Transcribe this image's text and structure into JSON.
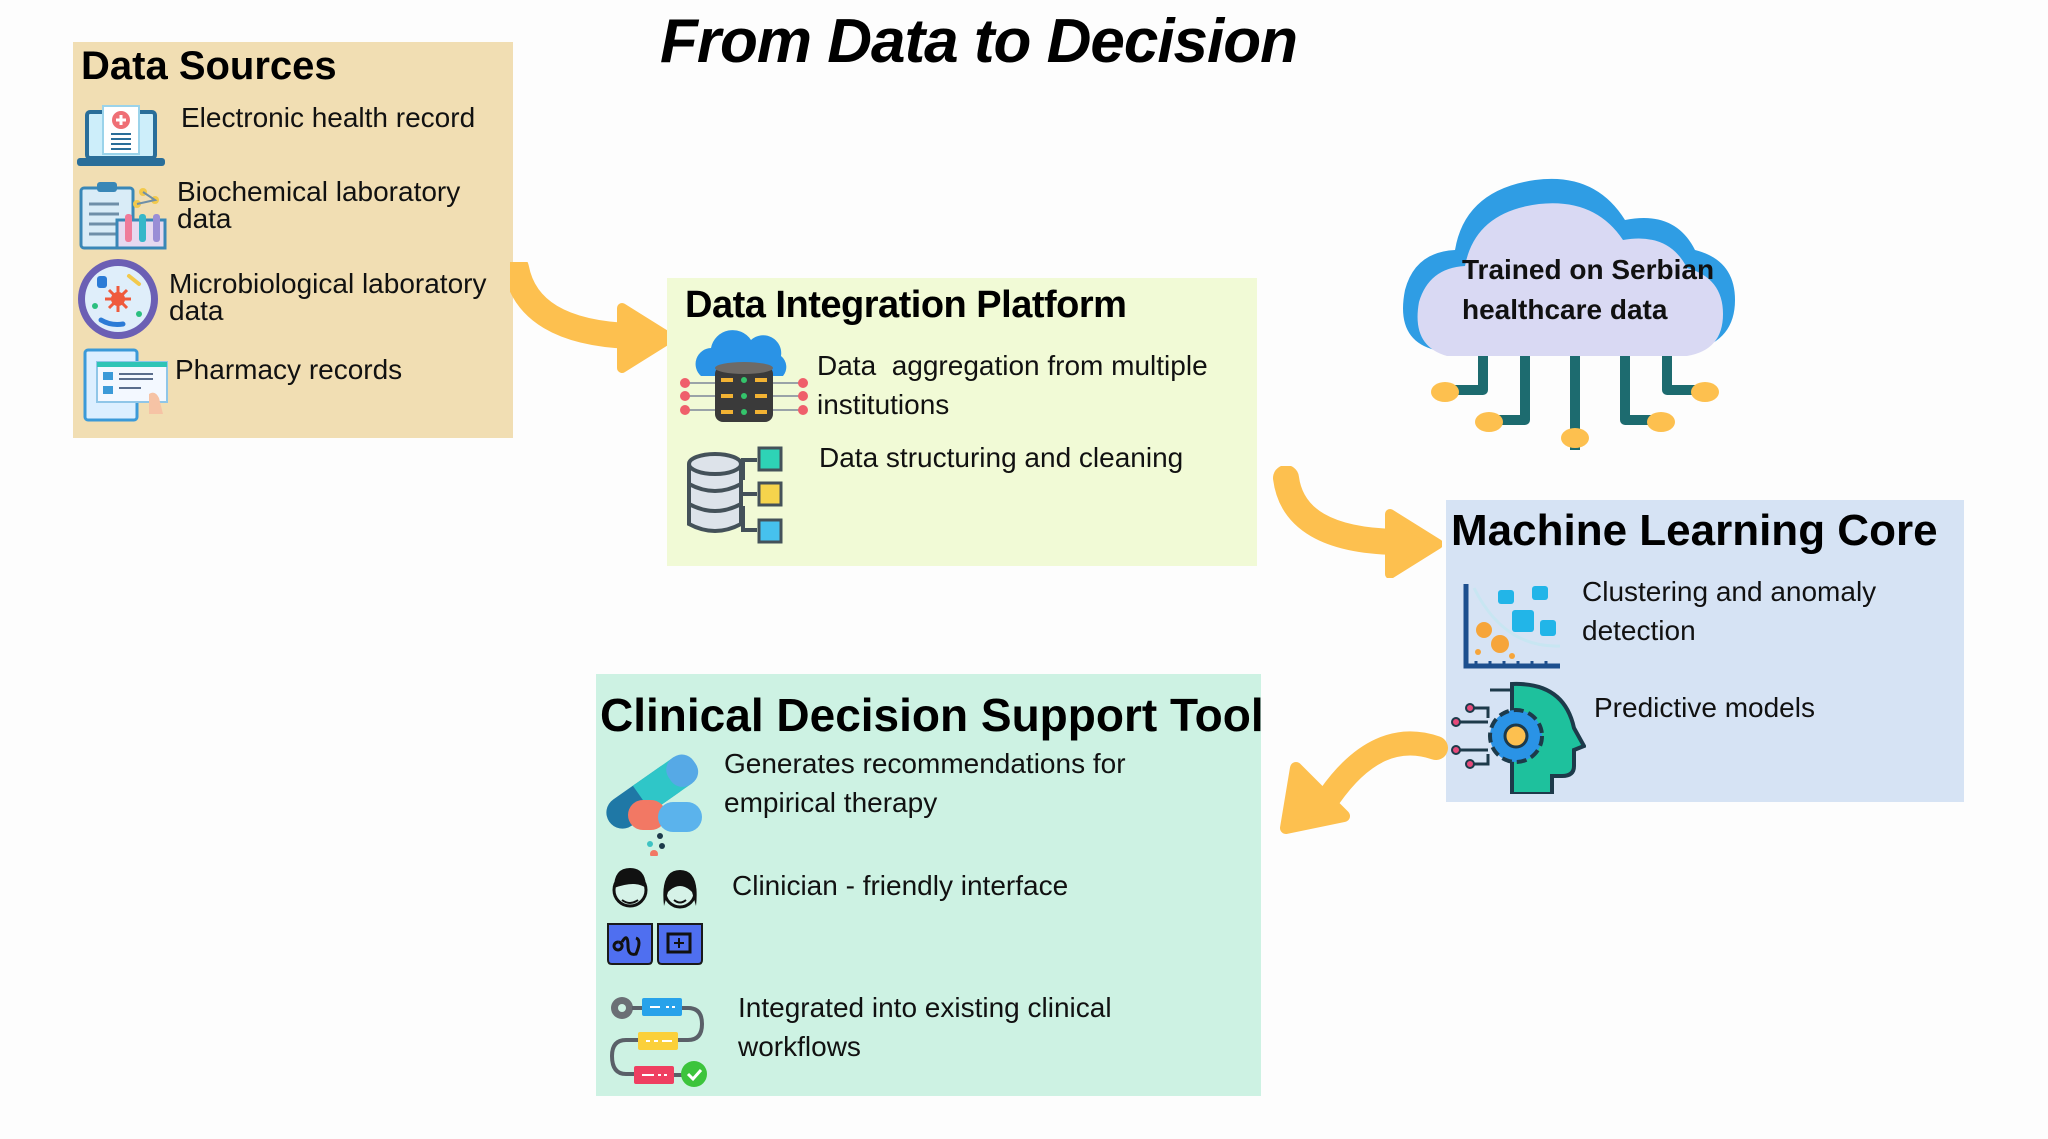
{
  "title": "From Data to Decision",
  "colors": {
    "arrow": "#fdc04f",
    "data_sources_bg": "#f1deb3",
    "integration_bg": "#f1fad6",
    "ml_core_bg": "#d6e3f4",
    "cds_bg": "#cdf2e3",
    "cloud_fill": "#d9d9f3",
    "cloud_edge": "#2f9de4",
    "circuit": "#1d6b6f",
    "node": "#fdc04f"
  },
  "data_sources": {
    "heading": "Data Sources",
    "items": [
      {
        "icon": "ehr-laptop-icon",
        "label": "Electronic health record"
      },
      {
        "icon": "biochem-lab-icon",
        "label": "Biochemical laboratory data"
      },
      {
        "icon": "microbio-petri-icon",
        "label": "Microbiological laboratory data"
      },
      {
        "icon": "pharmacy-records-icon",
        "label": "Pharmacy records"
      }
    ]
  },
  "integration": {
    "heading": "Data Integration Platform",
    "items": [
      {
        "icon": "cloud-database-icon",
        "label": "Data  aggregation from multiple institutions"
      },
      {
        "icon": "database-structure-icon",
        "label": "Data structuring and cleaning"
      }
    ]
  },
  "cloud": {
    "icon": "cloud-circuit-icon",
    "label_line1": "Trained on Serbian",
    "label_line2": "healthcare data"
  },
  "ml_core": {
    "heading": "Machine Learning Core",
    "items": [
      {
        "icon": "scatter-cluster-icon",
        "label": "Clustering and anomaly detection"
      },
      {
        "icon": "ai-head-gear-icon",
        "label": "Predictive models"
      }
    ]
  },
  "cds": {
    "heading": "Clinical Decision Support Tool",
    "items": [
      {
        "icon": "pills-icon",
        "label": "Generates recommendations for empirical therapy"
      },
      {
        "icon": "clinicians-icon",
        "label": "Clinician - friendly interface"
      },
      {
        "icon": "workflow-icon",
        "label": "Integrated into existing clinical workflows"
      }
    ]
  }
}
